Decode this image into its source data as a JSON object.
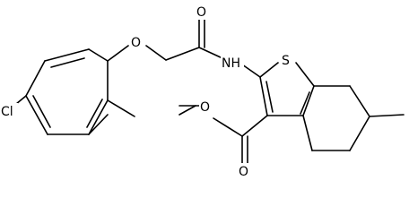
{
  "molecule": {
    "atom_labels": {
      "chloro": "Cl",
      "ether_oxygen": "O",
      "amide_oxygen": "O",
      "amide_nh": "NH",
      "thiophene_sulfur": "S",
      "ester_carbonyl_oxygen": "O",
      "ester_alkoxy_oxygen": "O"
    },
    "line_color": "#000000",
    "background_color": "#ffffff"
  }
}
